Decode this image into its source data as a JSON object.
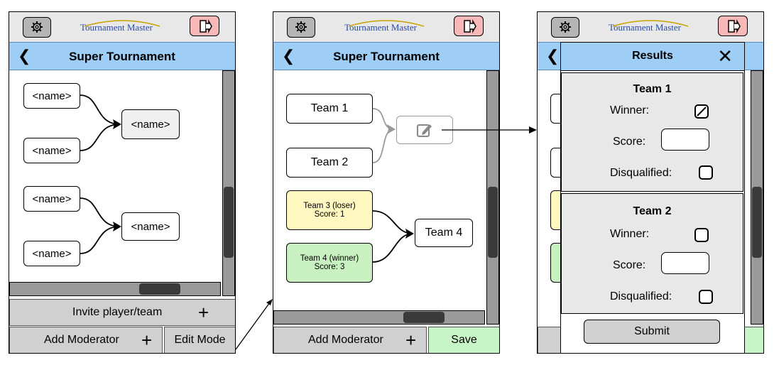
{
  "app": {
    "logo_text": "Tournament Master"
  },
  "screen1": {
    "title": "Super Tournament",
    "bracket1": {
      "slot1": "<name>",
      "slot2": "<name>",
      "winner": "<name>"
    },
    "bracket2": {
      "slot1": "<name>",
      "slot2": "<name>",
      "winner": "<name>"
    },
    "invite_label": "Invite player/team",
    "add_moderator_label": "Add Moderator",
    "edit_mode_label": "Edit Mode"
  },
  "screen2": {
    "title": "Super Tournament",
    "match1": {
      "team1": "Team 1",
      "team2": "Team 2"
    },
    "match2": {
      "team3": "Team 3 (loser)",
      "team3_score": "Score: 1",
      "team4": "Team 4 (winner)",
      "team4_score": "Score: 3",
      "winner": "Team 4"
    },
    "add_moderator_label": "Add Moderator",
    "save_label": "Save"
  },
  "screen3": {
    "dialog_title": "Results",
    "team1": {
      "name": "Team 1",
      "winner_label": "Winner:",
      "score_label": "Score:",
      "dq_label": "Disqualified:",
      "winner_checked": true
    },
    "team2": {
      "name": "Team 2",
      "winner_label": "Winner:",
      "score_label": "Score:",
      "dq_label": "Disqualified:",
      "winner_checked": false
    },
    "submit_label": "Submit"
  },
  "colors": {
    "titlebar": "#9ecdf6",
    "loser": "#fff8c0",
    "winner": "#c8f0c0",
    "save": "#c8f5c8",
    "exit": "#f8b8b8"
  }
}
